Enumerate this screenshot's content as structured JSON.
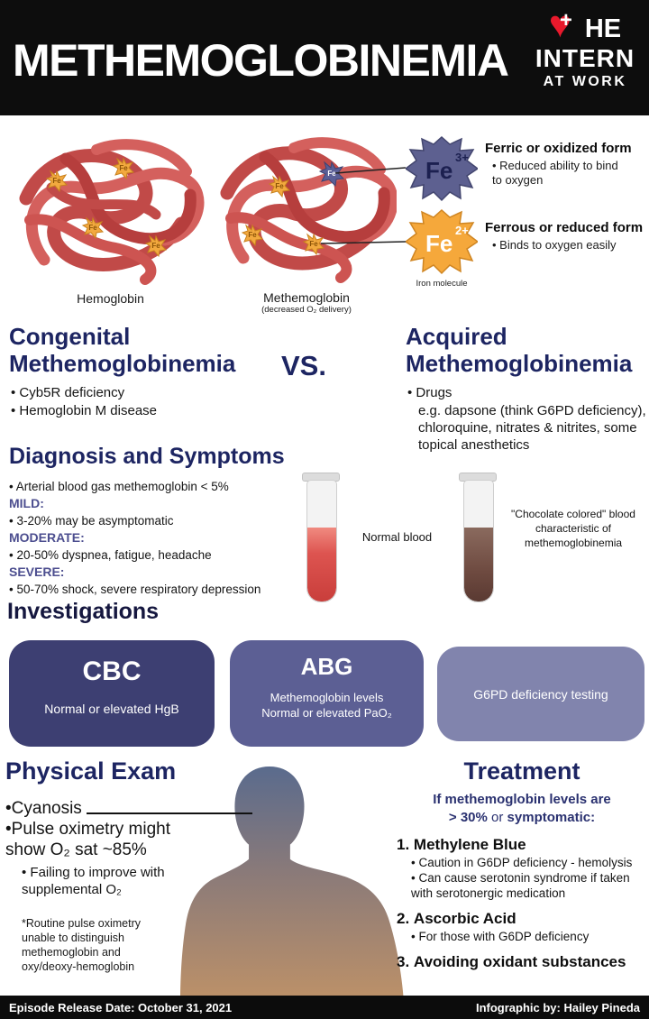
{
  "colors": {
    "header_bg": "#0d0d0d",
    "heading_navy": "#1d2562",
    "severity_purple": "#4c4e8f",
    "heart_red": "#e8192c",
    "protein_red": "#c94f4e",
    "ferric_purple": "#5d6090",
    "ferrous_orange": "#f5a83b",
    "card_cbc": "#3d3f72",
    "card_abg": "#5c5f94",
    "card_g6pd": "#8184ad",
    "normal_blood": "#c93e3b",
    "chocolate_blood": "#6e4a40"
  },
  "header": {
    "title": "METHEMOGLOBINEMIA",
    "logo": {
      "line1": "HE",
      "line2": "INTERN",
      "line3": "AT WORK",
      "heart_plus": "+"
    }
  },
  "molecules": {
    "hemoglobin_label": "Hemoglobin",
    "methemoglobin_label": "Methemoglobin",
    "methemoglobin_sub": "(decreased O₂ delivery)",
    "fe_patch_label": "Fe",
    "iron_caption": "Iron molecule",
    "ferric": {
      "symbol": "Fe",
      "charge": "3+",
      "title": "Ferric or oxidized form",
      "desc": "Reduced ability to bind to oxygen"
    },
    "ferrous": {
      "symbol": "Fe",
      "charge": "2+",
      "title": "Ferrous or reduced form",
      "desc": "Binds to oxygen easily"
    }
  },
  "comparison": {
    "vs": "VS.",
    "congenital": {
      "title": "Congenital Methemoglobinemia",
      "items": [
        "Cyb5R deficiency",
        "Hemoglobin M disease"
      ]
    },
    "acquired": {
      "title": "Acquired Methemoglobinemia",
      "bullet": "Drugs",
      "detail": "e.g. dapsone (think G6PD deficiency), chloroquine, nitrates & nitrites, some topical anesthetics"
    }
  },
  "diagnosis": {
    "title": "Diagnosis and Symptoms",
    "intro": "Arterial blood gas methemoglobin < 5%",
    "levels": [
      {
        "label": "MILD:",
        "desc": "3-20% may be asymptomatic"
      },
      {
        "label": "MODERATE:",
        "desc": "20-50% dyspnea, fatigue, headache"
      },
      {
        "label": "SEVERE:",
        "desc": "50-70% shock, severe respiratory depression"
      }
    ],
    "normal_blood_label": "Normal blood",
    "chocolate_blood_label": "\"Chocolate colored\" blood characteristic of methemoglobinemia"
  },
  "investigations": {
    "title": "Investigations",
    "cards": [
      {
        "title": "CBC",
        "desc": "Normal or elevated HgB"
      },
      {
        "title": "ABG",
        "desc": "Methemoglobin levels\nNormal or elevated PaO₂"
      },
      {
        "title": "",
        "desc": "G6PD deficiency testing"
      }
    ]
  },
  "physical_exam": {
    "title": "Physical Exam",
    "items": [
      "Cyanosis",
      "Pulse oximetry might show O₂ sat ~85%"
    ],
    "sub_item": "Failing to improve with supplemental O₂",
    "footnote": "*Routine pulse oximetry unable to distinguish methemoglobin and oxy/deoxy-hemoglobin"
  },
  "treatment": {
    "title": "Treatment",
    "intro_line": "If methemoglobin levels are",
    "threshold": "> 30%",
    "or_word": " or ",
    "symptomatic": "symptomatic:",
    "steps": [
      {
        "num": "1.",
        "title": "Methylene Blue",
        "bullets": [
          "Caution in G6DP deficiency - hemolysis",
          "Can cause serotonin syndrome if taken with serotonergic medication"
        ]
      },
      {
        "num": "2.",
        "title": "Ascorbic Acid",
        "bullets": [
          "For those with G6DP deficiency"
        ]
      },
      {
        "num": "3.",
        "title": "Avoiding oxidant substances",
        "bullets": []
      }
    ]
  },
  "footer": {
    "release": "Episode Release Date: October 31, 2021",
    "credit": "Infographic by: Hailey Pineda"
  }
}
